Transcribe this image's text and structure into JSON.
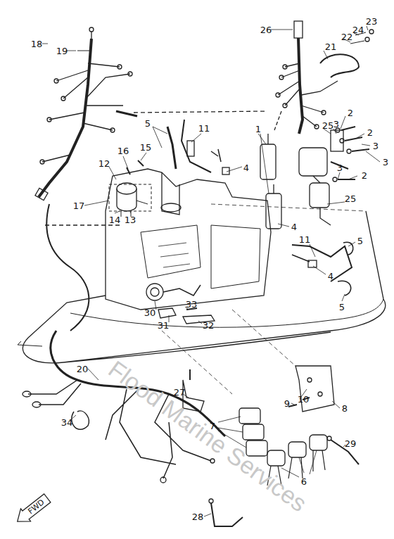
{
  "diagram": {
    "nodes": [
      {
        "text": [
          "FWD"
        ]
      }
    ],
    "labels": [
      "18",
      "19",
      "26",
      "23",
      "24",
      "22",
      "21",
      "5",
      "11",
      "2",
      "3",
      "25",
      "1",
      "2",
      "3",
      "3",
      "4",
      "16",
      "15",
      "12",
      "2",
      "3",
      "17",
      "14",
      "13",
      "25",
      "4",
      "11",
      "5",
      "4",
      "5",
      "30",
      "33",
      "31",
      "32",
      "20",
      "27",
      "10",
      "9",
      "8",
      "34",
      "7",
      "29",
      "6",
      "28",
      "Flood Marine Services"
    ]
  }
}
